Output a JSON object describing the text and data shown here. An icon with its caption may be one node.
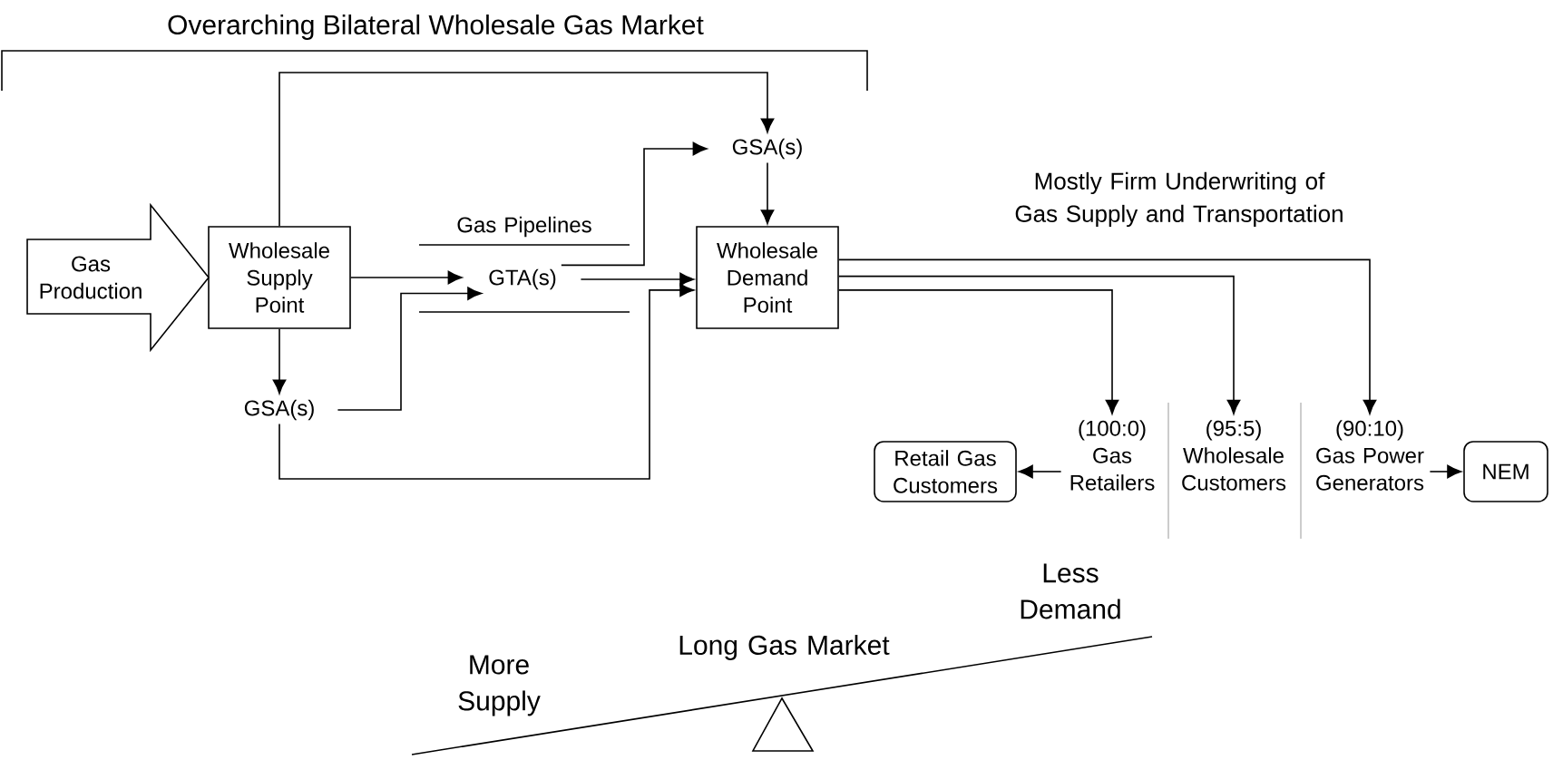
{
  "diagram": {
    "title": "Overarching Bilateral Wholesale Gas Market",
    "nodes": [
      {
        "text": [
          "Gas Production"
        ]
      },
      {
        "text": [
          "Wholesale Supply Point"
        ]
      },
      {
        "text": [
          "GSA(s)"
        ]
      },
      {
        "text": [
          "GTA(s)"
        ]
      },
      {
        "text": [
          "Wholesale Demand Point"
        ]
      },
      {
        "text": [
          "GSA(s)"
        ]
      },
      {
        "text": [
          "(100:0)",
          "Gas Retailers"
        ]
      },
      {
        "text": [
          "(95:5)",
          "Wholesale Customers"
        ]
      },
      {
        "text": [
          "(90:10)",
          "Gas Power Generators"
        ]
      },
      {
        "text": [
          "Retail Gas Customers"
        ]
      },
      {
        "text": [
          "NEM"
        ]
      }
    ],
    "edges": [
      {
        "from": 1,
        "to": 2,
        "arrow": "to"
      },
      {
        "from": 1,
        "to": 3,
        "arrow": "to"
      },
      {
        "from": 5,
        "to": 3,
        "arrow": "to"
      },
      {
        "from": 3,
        "to": 2,
        "arrow": "to"
      },
      {
        "from": 3,
        "to": 4,
        "arrow": "to"
      },
      {
        "from": 1,
        "to": 5,
        "arrow": "to"
      },
      {
        "from": 5,
        "to": 4,
        "arrow": "to"
      },
      {
        "from": 2,
        "to": 4,
        "arrow": "to"
      },
      {
        "from": 4,
        "to": 6,
        "arrow": "to"
      },
      {
        "from": 4,
        "to": 7,
        "arrow": "to"
      },
      {
        "from": 4,
        "to": 8,
        "arrow": "to"
      },
      {
        "from": 6,
        "to": 9,
        "arrow": "to"
      },
      {
        "from": 8,
        "to": 10,
        "arrow": "to"
      }
    ],
    "labels": [
      "Gas Pipelines",
      "Mostly Firm Underwriting of Gas Supply and Transportation",
      "Less Demand",
      "More Supply",
      "Long Gas Market"
    ]
  }
}
